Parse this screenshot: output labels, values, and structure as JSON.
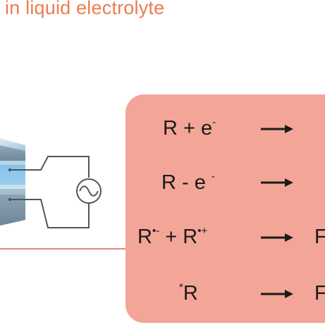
{
  "heading": "in liquid electrolyte",
  "colors": {
    "heading": "#ec7c4e",
    "panel": "#f3a597",
    "connector": "#e0877a",
    "wire": "#555555",
    "electrode_top": "#c9e2f1",
    "electrode_edge": "#7fb3d6"
  },
  "reactions": [
    {
      "lhs_main": "R + e",
      "lhs_sup": "-",
      "rhs": ""
    },
    {
      "lhs_main": "R - e",
      "lhs_sup": "-",
      "rhs": ""
    },
    {
      "lhs_a": "R",
      "lhs_a_sup": "•-",
      "lhs_plus": " + ",
      "lhs_b": "R",
      "lhs_b_sup": "•+",
      "rhs": "F"
    },
    {
      "lhs_pre": "*",
      "lhs_main": "R",
      "rhs": "F"
    }
  ],
  "icons": {
    "arrow": "right-arrow-icon",
    "ac_source": "ac-source-icon"
  }
}
